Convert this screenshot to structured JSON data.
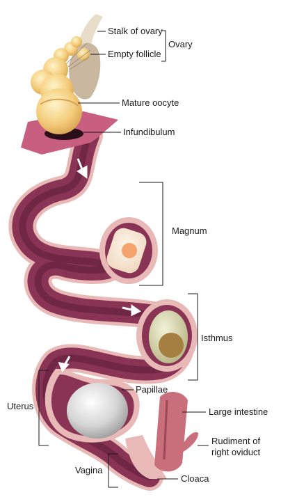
{
  "labels": {
    "stalk_of_ovary": "Stalk of ovary",
    "empty_follicle": "Empty follicle",
    "ovary": "Ovary",
    "mature_oocyte": "Mature oocyte",
    "infundibulum": "Infundibulum",
    "magnum": "Magnum",
    "isthmus": "Isthmus",
    "papillae": "Papillae",
    "uterus": "Uterus",
    "large_intestine": "Large intestine",
    "rudiment_line1": "Rudiment of",
    "rudiment_line2": "right oviduct",
    "vagina": "Vagina",
    "cloaca": "Cloaca"
  },
  "colors": {
    "oviduct_outer": "#e8b9b6",
    "oviduct_inner": "#7a2a4a",
    "oviduct_lumen": "#5b1c39",
    "follicle": "#f2c774",
    "egg_shell": "#d9d8a8",
    "yolk": "#b08b4e",
    "intestine": "#c86f7b",
    "egg_uterus": "#d8d8d8"
  }
}
